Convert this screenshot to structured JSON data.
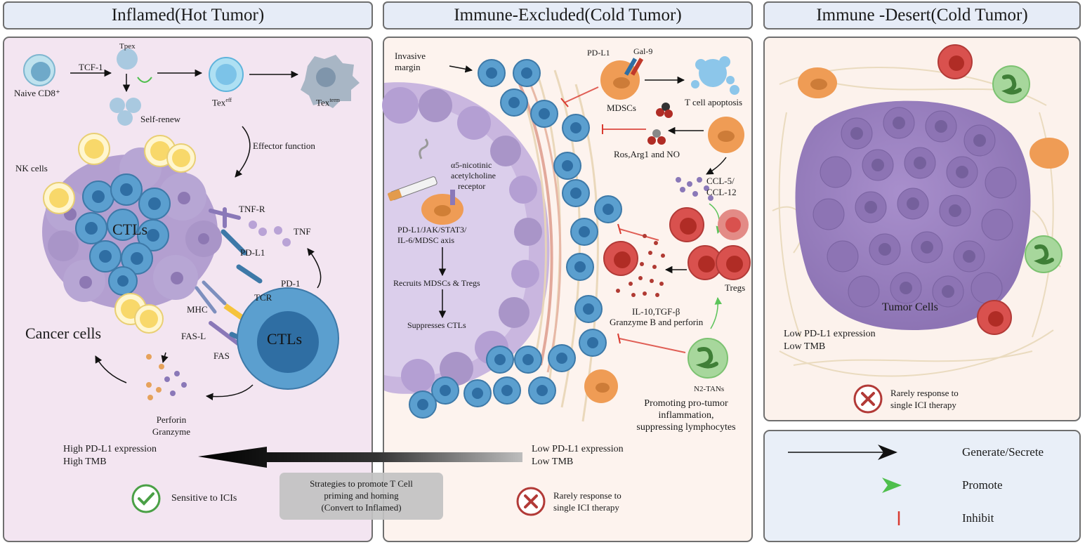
{
  "headers": {
    "inflamed": "Inflamed(Hot Tumor)",
    "excluded": "Immune-Excluded(Cold Tumor)",
    "desert": "Immune -Desert(Cold Tumor)"
  },
  "inflamed": {
    "naive": "Naive CD8⁺",
    "tcf1": "TCF-1",
    "tpex": "Tpex",
    "self_renew": "Self-renew",
    "tex_eff": "Tex",
    "tex_eff_sup": "eff",
    "tex_term": "Tex",
    "tex_term_sup": "term",
    "effector": "Effector function",
    "nk": "NK cells",
    "ctls_cluster": "CTLs",
    "cancer": "Cancer cells",
    "tnfr": "TNF-R",
    "tnf": "TNF",
    "pdl1": "PD-L1",
    "pd1": "PD-1",
    "tcr": "TCR",
    "mhc": "MHC",
    "fasl": "FAS-L",
    "fas": "FAS",
    "ctls_big": "CTLs",
    "perforin": "Perforin",
    "granzyme": "Granzyme",
    "pdl1_expr": "High PD-L1 expression",
    "tmb": "High TMB",
    "result": "Sensitive to ICIs"
  },
  "excluded": {
    "invasive": "Invasive",
    "margin": "margin",
    "pdl1": "PD-L1",
    "gal9": "Gal-9",
    "mdscs": "MDSCs",
    "apoptosis": "T cell apoptosis",
    "ros": "Ros,Arg1 and NO",
    "nic1": "α5-nicotinic",
    "nic2": "acetylcholine",
    "nic3": "receptor",
    "axis1": "PD-L1/JAK/STAT3/",
    "axis2": "IL-6/MDSC axis",
    "recruits": "Recruits MDSCs & Tregs",
    "suppresses": "Suppresses CTLs",
    "ccl1": "CCL-5/",
    "ccl2": "CCL-12",
    "tregs": "Tregs",
    "il10": "IL-10,TGF-β",
    "granzyme": "Granzyme B and perforin",
    "n2": "N2-TANs",
    "prom1": "Promoting pro-tumor",
    "prom2": "inflammation,",
    "prom3": "suppressing lymphocytes",
    "pdl1_expr": "Low PD-L1 expression",
    "tmb": "Low TMB",
    "result1": "Rarely response to",
    "result2": "single ICI therapy"
  },
  "desert": {
    "tumor": "Tumor Cells",
    "pdl1_expr": "Low PD-L1 expression",
    "tmb": "Low TMB",
    "result1": "Rarely response to",
    "result2": "single ICI therapy"
  },
  "strategy": {
    "l1": "Strategies to promote T Cell",
    "l2": "priming and homing",
    "l3": "(Convert to Inflamed)"
  },
  "legend": {
    "generate": "Generate/Secrete",
    "promote": "Promote",
    "inhibit": "Inhibit"
  },
  "colors": {
    "inflamed_bg": "#f3e5f1",
    "excluded_bg": "#fdf3ee",
    "desert_bg": "#fcf2ec",
    "legend_bg": "#e9eff8",
    "tcell": "#5b9fcf",
    "treg": "#d9514e",
    "mdsc": "#ef9c55",
    "n2": "#7cc271",
    "nk": "#f8d86a",
    "tumor": "#9880bd"
  }
}
